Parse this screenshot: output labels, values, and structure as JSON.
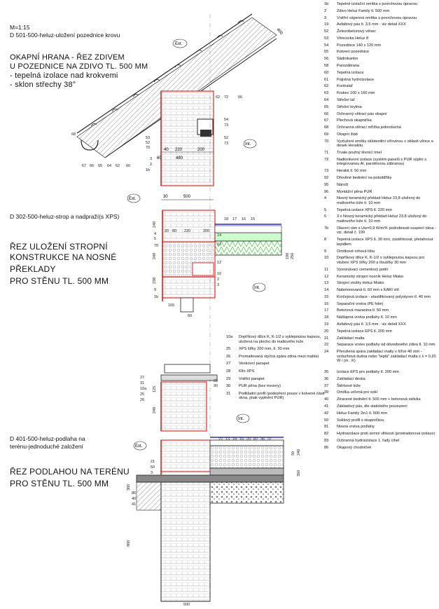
{
  "header": {
    "scale": "M=1:15",
    "code_top": "D 501-500-heluz-uložení pozednice krovu"
  },
  "section1": {
    "title_lines": [
      "OKAPNÍ HRANA - ŘEZ ZDIVEM",
      "U POZEDNICE NA ZDIVO TL. 500 MM"
    ],
    "notes": [
      "- tepelná izolace nad krokvemi",
      "- sklon střechy 38°"
    ]
  },
  "section2": {
    "code": "D 302-500-heluz-strop a nadpraží(s XPS)",
    "title_lines": [
      "ŘEZ ULOŽENÍ STROPNÍ",
      "KONSTRUKCE NA NOSNÉ",
      "PŘEKLADY",
      "PRO STĚNU TL. 500 MM"
    ]
  },
  "section3": {
    "code_lines": [
      "D 401-500-heluz-podlaha na",
      "terénu-jednoduché založení"
    ],
    "title_lines": [
      "ŘEZ PODLAHOU NA TERÉNU",
      "PRO STĚNU TL. 500 MM"
    ]
  },
  "tags": {
    "ext": "Ext.",
    "int": "Int."
  },
  "legend": [
    {
      "n": "1b",
      "t": "Tepelně izolační omítka s povrchovou úpravou"
    },
    {
      "n": "2",
      "t": "Zdivo Heluz Family tl. 500 mm"
    },
    {
      "n": "3",
      "t": "Vnitřní vápenná omítka s povrchovou úpravou"
    },
    {
      "n": "19",
      "t": "Asfaltový pás tl. 3,5 mm - viz detail XXX"
    },
    {
      "n": "52",
      "t": "Železobetonový věnec"
    },
    {
      "n": "53",
      "t": "Věncovka Heluz 8"
    },
    {
      "n": "54",
      "t": "Pozednice 140 x 120 mm"
    },
    {
      "n": "55",
      "t": "Kotvení pozednice"
    },
    {
      "n": "56",
      "t": "Sádrokarton"
    },
    {
      "n": "58",
      "t": "Parozábrana"
    },
    {
      "n": "60",
      "t": "Tepelná izolace"
    },
    {
      "n": "61",
      "t": "Pojistná hydroizolace"
    },
    {
      "n": "62",
      "t": "Kontralať"
    },
    {
      "n": "63",
      "t": "Krokev 100 x 160 mm"
    },
    {
      "n": "64",
      "t": "Střešní lať"
    },
    {
      "n": "65",
      "t": "Střešní krytina"
    },
    {
      "n": "66",
      "t": "Ochranný větrací pás okapní"
    },
    {
      "n": "67",
      "t": "Plechová okapnička"
    },
    {
      "n": "68",
      "t": "Ochranná větrací mřížka jednoduchá"
    },
    {
      "n": "69",
      "t": "Okapní žlab"
    },
    {
      "n": "70",
      "t": "Vyztužení omítky sklotextilní síťovinou v oblasti věnce a desek Herakitu"
    },
    {
      "n": "71",
      "t": "Trvale pružný těsnící tmel"
    },
    {
      "n": "72",
      "t": "Nadkrokevní izolace (systém panelů s PUR výplní s integrovanou Al. parotěsnou zábranou)"
    },
    {
      "n": "73",
      "t": "Herakit tl. 50 mm"
    },
    {
      "n": "92",
      "t": "Dřevěné bednění na potoddřtky"
    },
    {
      "n": "95",
      "t": "Nároží"
    },
    {
      "n": "96",
      "t": "Montážní pěna PUR"
    },
    {
      "n": "4",
      "t": "Nosný keramický překlad Heluz 23,8 uložený do maltového lože tl. 10 mm"
    },
    {
      "n": "5",
      "t": "Tepelná izolace XPS tl. 220 mm"
    },
    {
      "n": "6",
      "t": "3 x Nosný keramický překlad Heluz 23,8 uložený do maltového lože tl. 10 mm"
    },
    {
      "n": "7b",
      "t": "Okenní rám s Uw=0,9 W/m²K podrobnosti osazení okna - viz. detail č. 199"
    },
    {
      "n": "8",
      "t": "Tepelná izolace XPS tl. 30 mm, zastěrkovat, přetahnout lepidlem"
    },
    {
      "n": "9",
      "t": "Omítkové rohová lišta"
    },
    {
      "n": "10",
      "t": "Dopříkový dílce K, K-1/2 s vyklepnutou kapsou pro vložení XPS šířky 200 a tloušťky 30 mm"
    },
    {
      "n": "11",
      "t": "Vyrovnávací cementový potěr"
    },
    {
      "n": "12",
      "t": "Keramický stropní nosník Heluz Miako"
    },
    {
      "n": "13",
      "t": "Stropní vložky Heluz Miako"
    },
    {
      "n": "14",
      "t": "Nabetonovaná tl. 60 mm s KARI sítí"
    },
    {
      "n": "15",
      "t": "Kročejová izolace - elastifikovaný polystyren tl. 40 mm"
    },
    {
      "n": "16",
      "t": "Separační vrstva (PE folie)"
    },
    {
      "n": "17",
      "t": "Betonová mazanina tl. 50 mm"
    },
    {
      "n": "18",
      "t": "Nášlapná vrstva podlahy tl. 10 mm"
    },
    {
      "n": "19",
      "t": "Asfaltový pás tl. 3,5 mm - viz detail XXX"
    },
    {
      "n": "20",
      "t": "Tepelná izolace EPS tl. 200 mm"
    },
    {
      "n": "21",
      "t": "Zakládací malta"
    },
    {
      "n": "22",
      "t": "Separace vrstev podlahy od obvodového zdiva tl. 10 mm"
    },
    {
      "n": "24",
      "t": "Přerušená spára zakládací malty v šířce 40 mm - vzduchová dutina nebo \"teplá\" zakládací malta s λ = 0,20 W / (m . K)"
    }
  ],
  "legend2": [
    {
      "n": "35",
      "t": "Izolace EPS pro podlahy tl. 200 mm"
    },
    {
      "n": "36",
      "t": "Zakládací deska"
    },
    {
      "n": "37",
      "t": "Štěrkové lože"
    },
    {
      "n": "39",
      "t": "Omítka určená pro sokl"
    },
    {
      "n": "40",
      "t": "Ztracené bednění tl. 500 mm + betonová zálivka"
    },
    {
      "n": "41",
      "t": "Základový pás, dle statického posouzení"
    },
    {
      "n": "42",
      "t": "Heluz Family 2in1 tl. 500 mm"
    },
    {
      "n": "50",
      "t": "Soklový profil s okapničkou"
    },
    {
      "n": "81",
      "t": "Nosná vrstva podlahy"
    },
    {
      "n": "82",
      "t": "Hydroizolace proti zemní vlhkosti (protiradonová izolace)"
    },
    {
      "n": "83",
      "t": "Ochranná hydroizolace 1. řady cihel"
    },
    {
      "n": "86",
      "t": "Okapový chodníček"
    }
  ],
  "middle_list": [
    {
      "n": "10a",
      "t": "Dopříkový dílce K, K-1/2 s vyklepnutou kapsou, uložená na plocho do maltového lože"
    },
    {
      "n": "25",
      "t": "XPS šířky 200 mm, tl. 30 mm"
    },
    {
      "n": "26",
      "t": "Promaltovaná styčná spára zdiva mezi maltou"
    },
    {
      "n": "27",
      "t": "Venkovní parapet"
    },
    {
      "n": "28",
      "t": "Klín XPS"
    },
    {
      "n": "29",
      "t": "Vnitřní parapet"
    },
    {
      "n": "30",
      "t": "PUR pěna (bez mezery)"
    },
    {
      "n": "31",
      "t": "Podkladní profil (podepření pouze v kotvené části okna, jinak vyplnění PUR)"
    }
  ],
  "dims": {
    "roof": [
      "40",
      "220",
      "200",
      "60",
      "480",
      "400"
    ],
    "ceiling": [
      "30",
      "500",
      "20",
      "80",
      "220",
      "200",
      "240",
      "190",
      "250",
      "249",
      "238",
      "165",
      "60"
    ],
    "sill": [
      "30",
      "125",
      "248"
    ],
    "floor": [
      "300",
      "500",
      "50",
      "350",
      "800",
      "240"
    ]
  }
}
